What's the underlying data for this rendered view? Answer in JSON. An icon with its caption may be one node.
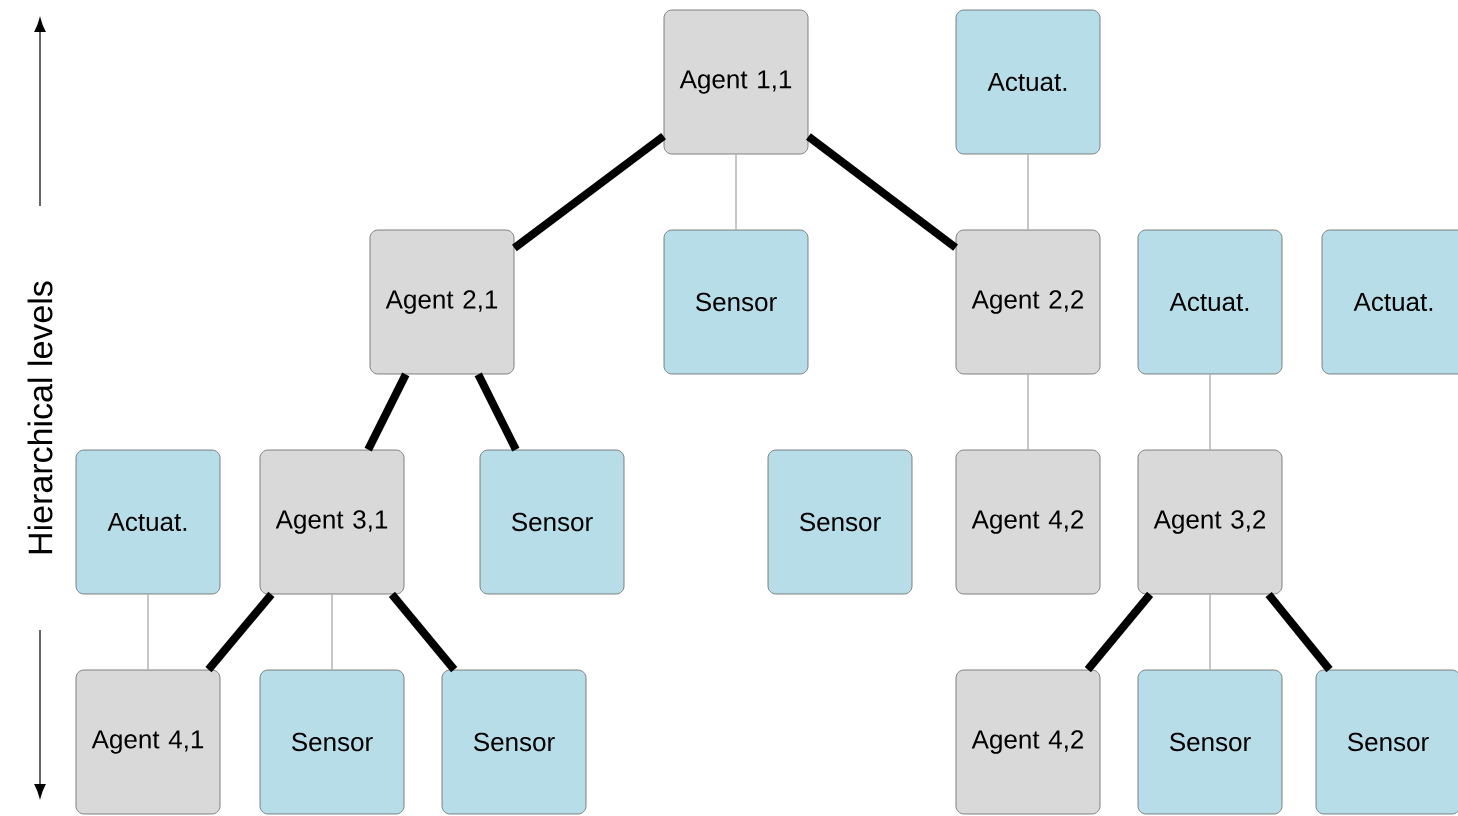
{
  "diagram": {
    "nodes": [
      {
        "text": [
          "Agent 1,1"
        ]
      },
      {
        "text": [
          "Actuat."
        ]
      },
      {
        "text": [
          "Agent 2,1"
        ]
      },
      {
        "text": [
          "Sensor"
        ]
      },
      {
        "text": [
          "Agent 2,2"
        ]
      },
      {
        "text": [
          "Actuat."
        ]
      },
      {
        "text": [
          "Actuat."
        ]
      },
      {
        "text": [
          "Actuat."
        ]
      },
      {
        "text": [
          "Agent 3,1"
        ]
      },
      {
        "text": [
          "Sensor"
        ]
      },
      {
        "text": [
          "Sensor"
        ]
      },
      {
        "text": [
          "Agent 4,2"
        ]
      },
      {
        "text": [
          "Agent 3,2"
        ]
      },
      {
        "text": [
          "Agent 4,1"
        ]
      },
      {
        "text": [
          "Sensor"
        ]
      },
      {
        "text": [
          "Sensor"
        ]
      },
      {
        "text": [
          "Agent 4,2"
        ]
      },
      {
        "text": [
          "Sensor"
        ]
      },
      {
        "text": [
          "Sensor"
        ]
      }
    ],
    "edges": [
      {
        "from": 0,
        "to": 2,
        "arrow": "none"
      },
      {
        "from": 0,
        "to": 4,
        "arrow": "none"
      },
      {
        "from": 0,
        "to": 3,
        "arrow": "none",
        "color": "#a0a0a0"
      },
      {
        "from": 1,
        "to": 4,
        "arrow": "none",
        "color": "#a0a0a0"
      },
      {
        "from": 2,
        "to": 8,
        "arrow": "none"
      },
      {
        "from": 2,
        "to": 9,
        "arrow": "none"
      },
      {
        "from": 4,
        "to": 11,
        "arrow": "none",
        "color": "#a0a0a0"
      },
      {
        "from": 5,
        "to": 12,
        "arrow": "none",
        "color": "#a0a0a0"
      },
      {
        "from": 7,
        "to": 13,
        "arrow": "none",
        "color": "#a0a0a0"
      },
      {
        "from": 8,
        "to": 13,
        "arrow": "none"
      },
      {
        "from": 8,
        "to": 14,
        "arrow": "none",
        "color": "#a0a0a0"
      },
      {
        "from": 8,
        "to": 15,
        "arrow": "none"
      },
      {
        "from": 12,
        "to": 16,
        "arrow": "none"
      },
      {
        "from": 12,
        "to": 17,
        "arrow": "none",
        "color": "#a0a0a0"
      },
      {
        "from": 12,
        "to": 18,
        "arrow": "none"
      }
    ],
    "labels": [
      "Hierarchical levels"
    ]
  }
}
